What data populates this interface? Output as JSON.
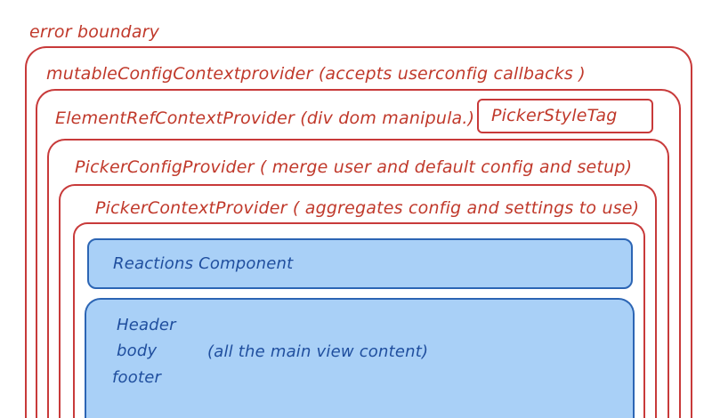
{
  "diagram": {
    "outer_label": "error boundary",
    "layers": [
      {
        "label": "mutableConfigContextprovider (accepts userconfig callbacks )"
      },
      {
        "label": "ElementRefContextProvider (div dom manipula.)"
      },
      {
        "label": "PickerConfigProvider ( merge user and default config and setup)"
      },
      {
        "label": "PickerContextProvider ( aggregates config and settings to use)"
      }
    ],
    "style_tag": "PickerStyleTag",
    "reactions": "Reactions Component",
    "main": {
      "items": [
        "Header",
        "body",
        "footer"
      ],
      "note": "(all the main view content)"
    },
    "colors": {
      "border_red": "#c83a3a",
      "text_red": "#c0392b",
      "blue_fill": "#a9d0f7",
      "blue_border": "#2c65b4",
      "blue_text": "#1f4e9e"
    }
  }
}
